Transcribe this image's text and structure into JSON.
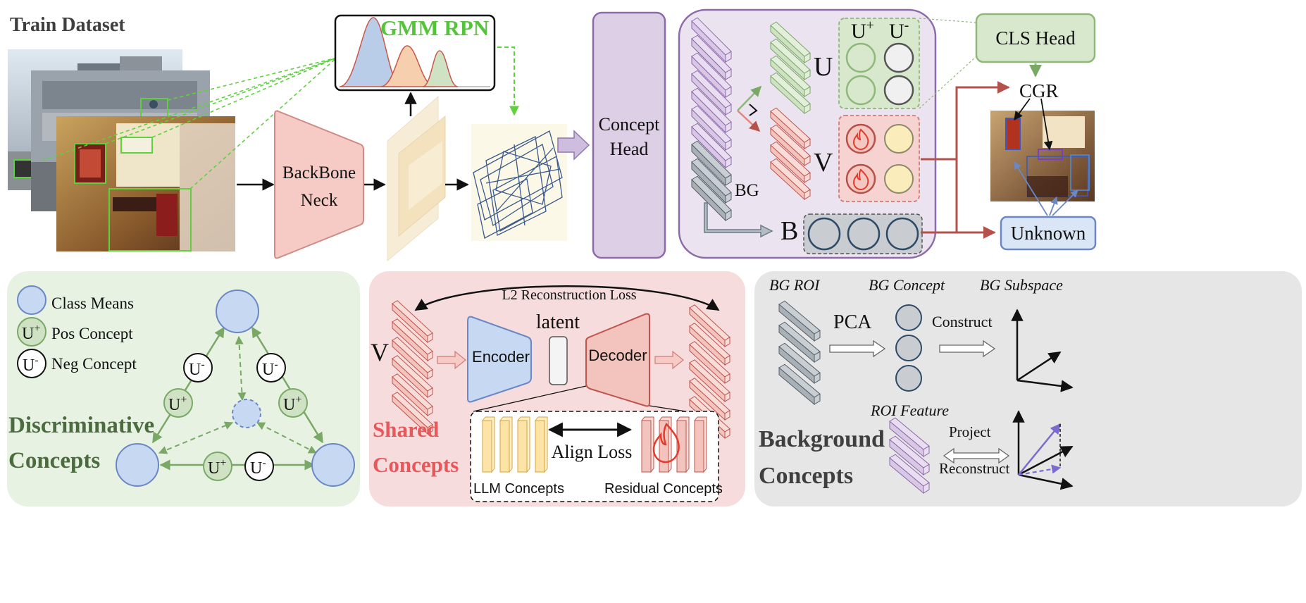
{
  "top": {
    "train_dataset_title": "Train Dataset",
    "gmm_rpn_label": "GMM RPN",
    "backbone_line1": "BackBone",
    "backbone_line2": "Neck",
    "concept_head_line1": "Concept",
    "concept_head_line2": "Head",
    "u_label": "U",
    "v_label": "V",
    "bg_label": "BG",
    "b_label": "B",
    "u_plus_label": "U",
    "u_plus_sup": "+",
    "u_minus_label": "U",
    "u_minus_sup": "-",
    "cls_head_label": "CLS Head",
    "cgr_label": "CGR",
    "unknown_label": "Unknown"
  },
  "discriminative": {
    "legend_class_means": "Class Means",
    "legend_pos_concept": "Pos Concept",
    "legend_neg_concept": "Neg Concept",
    "u": "U",
    "plus": "+",
    "minus": "-",
    "title_line1": "Discriminative",
    "title_line2": "Concepts"
  },
  "shared": {
    "l2_loss": "L2 Reconstruction Loss",
    "latent": "latent",
    "v_label": "V",
    "encoder": "Encoder",
    "decoder": "Decoder",
    "align_loss": "Align Loss",
    "llm_concepts": "LLM Concepts",
    "residual_concepts": "Residual Concepts",
    "title_line1": "Shared",
    "title_line2": "Concepts"
  },
  "background": {
    "bg_roi": "BG ROI",
    "bg_concept": "BG Concept",
    "bg_subspace": "BG Subspace",
    "pca": "PCA",
    "construct": "Construct",
    "roi_feature": "ROI Feature",
    "project": "Project",
    "reconstruct": "Reconstruct",
    "title_line1": "Background",
    "title_line2": "Concepts"
  },
  "colors": {
    "green_panel": "#e7f2e3",
    "red_panel": "#f6dcdc",
    "gray_panel": "#e6e6e6",
    "purple_panel": "#ece3f0",
    "concept_head_fill": "#ddd0e6",
    "backbone_fill": "#f6cbc5",
    "class_mean_blue": "#c7d8f3",
    "pos_concept_green": "#cfe3c4",
    "discriminative_title": "#4c6b3f",
    "shared_title": "#e8585b",
    "gmm_title": "#55c43b"
  }
}
